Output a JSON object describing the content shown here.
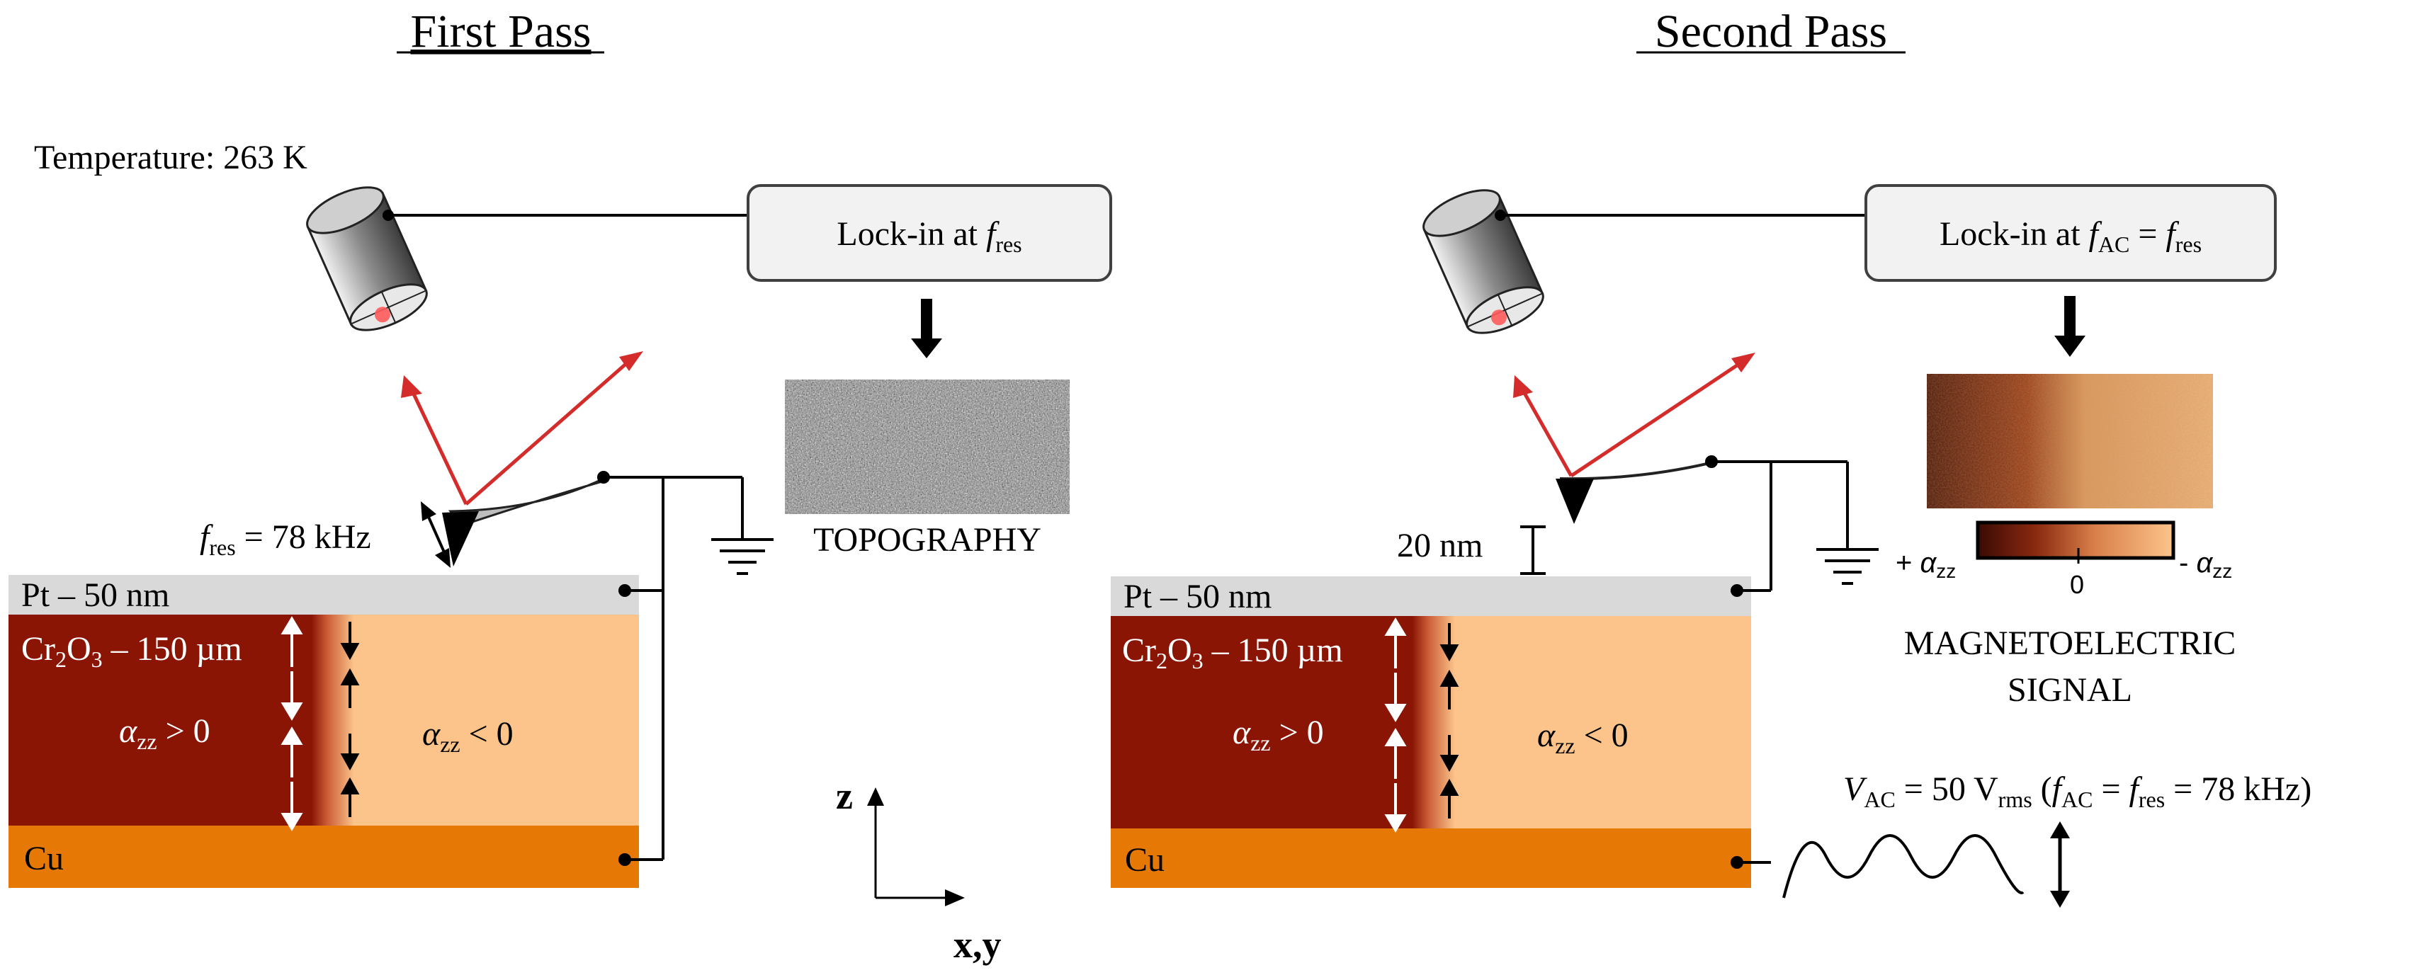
{
  "panels": [
    {
      "title": "First Pass",
      "temperature": "Temperature: 263 K",
      "lockin_prefix": "Lock-in at ",
      "lockin_f": "f",
      "lockin_f_sub": "res",
      "freq_f": "f",
      "freq_sub": "res",
      "freq_value": " = 78 kHz",
      "image_label": "TOPOGRAPHY",
      "pt_label": "Pt – 50 nm",
      "cr_label_a": "Cr",
      "cr_sub_a": "2",
      "cr_label_b": "O",
      "cr_sub_b": "3",
      "cr_label_c": " – 150 µm",
      "alpha_left_symbol": "α",
      "alpha_left_sub": "zz",
      "alpha_left_rel": " > 0",
      "alpha_right_symbol": "α",
      "alpha_right_sub": "zz",
      "alpha_right_rel": " < 0",
      "cu_label": "Cu"
    },
    {
      "title": "Second Pass",
      "lockin_prefix": "Lock-in at ",
      "lockin_f1": "f",
      "lockin_f1_sub": "AC",
      "lockin_eq": " = ",
      "lockin_f2": "f",
      "lockin_f2_sub": "res",
      "lift_height": "20 nm",
      "colorbar_left_sign": "+ ",
      "colorbar_left_symbol": "α",
      "colorbar_left_sub": "zz",
      "colorbar_zero": "0",
      "colorbar_right_sign": "- ",
      "colorbar_right_symbol": "α",
      "colorbar_right_sub": "zz",
      "signal_line1": "MAGNETOELECTRIC",
      "signal_line2": "SIGNAL",
      "pt_label": "Pt – 50 nm",
      "cr_label_a": "Cr",
      "cr_sub_a": "2",
      "cr_label_b": "O",
      "cr_sub_b": "3",
      "cr_label_c": " – 150 µm",
      "alpha_left_symbol": "α",
      "alpha_left_sub": "zz",
      "alpha_left_rel": " > 0",
      "alpha_right_symbol": "α",
      "alpha_right_sub": "zz",
      "alpha_right_rel": " < 0",
      "cu_label": "Cu",
      "vac_v": "V",
      "vac_v_sub": "AC",
      "vac_value": " =  50 V",
      "vac_rms": "rms",
      "vac_paren_open": " (",
      "vac_f1": "f",
      "vac_f1_sub": "AC",
      "vac_eq": " = ",
      "vac_f2": "f",
      "vac_f2_sub": "res",
      "vac_tail": " = 78 kHz)"
    }
  ],
  "axes": {
    "z_label": "z",
    "xy_label": "x,y"
  },
  "colors": {
    "alpha_positive": "#8b1505",
    "alpha_negative": "#fcc48b",
    "pt_layer": "#d9d9d9",
    "cu_layer": "#e67905",
    "laser": "#d42b2b",
    "box_fill": "#f2f2f2"
  }
}
